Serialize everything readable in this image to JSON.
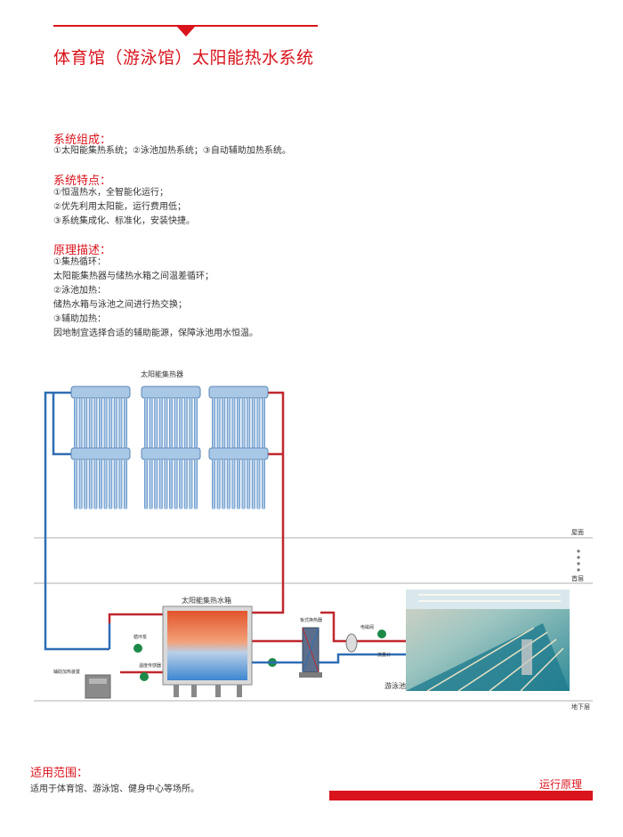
{
  "header": {
    "title": "体育馆（游泳馆）太阳能热水系统"
  },
  "composition": {
    "heading": "系统组成：",
    "text": "①太阳能集热系统；②泳池加热系统；③自动辅助加热系统。"
  },
  "features": {
    "heading": "系统特点：",
    "items": [
      "①恒温热水，全智能化运行；",
      "②优先利用太阳能，运行费用低；",
      "③系统集成化、标准化，安装快捷。"
    ]
  },
  "principle": {
    "heading": "原理描述：",
    "items": [
      "①集热循环：",
      "太阳能集热器与储热水箱之间温差循环；",
      "②泳池加热：",
      "储热水箱与泳池之间进行热交换；",
      "③辅助加热：",
      "因地制宜选择合适的辅助能源，保障泳池用水恒温。"
    ]
  },
  "diagram": {
    "collector_label": "太阳能集热器",
    "tank_label": "太阳能集热水箱",
    "roof_label": "屋面",
    "first_floor_label": "首层",
    "basement_label": "地下层",
    "pool_label": "游泳池",
    "exchanger_label": "板式换热器",
    "pump1_label": "循环泵",
    "pump2_label": "温度传感器",
    "aux_label": "辅助加热装置",
    "valve_label": "电磁阀",
    "meter_label": "流量计",
    "colors": {
      "hot": "#c0272d",
      "cold": "#2e6db4",
      "collector": "#7fb2e0",
      "pump": "#1e8a4a"
    }
  },
  "footer": {
    "heading": "适用范围：",
    "text": "适用于体育馆、游泳馆、健身中心等场所。",
    "section_label": "运行原理"
  }
}
